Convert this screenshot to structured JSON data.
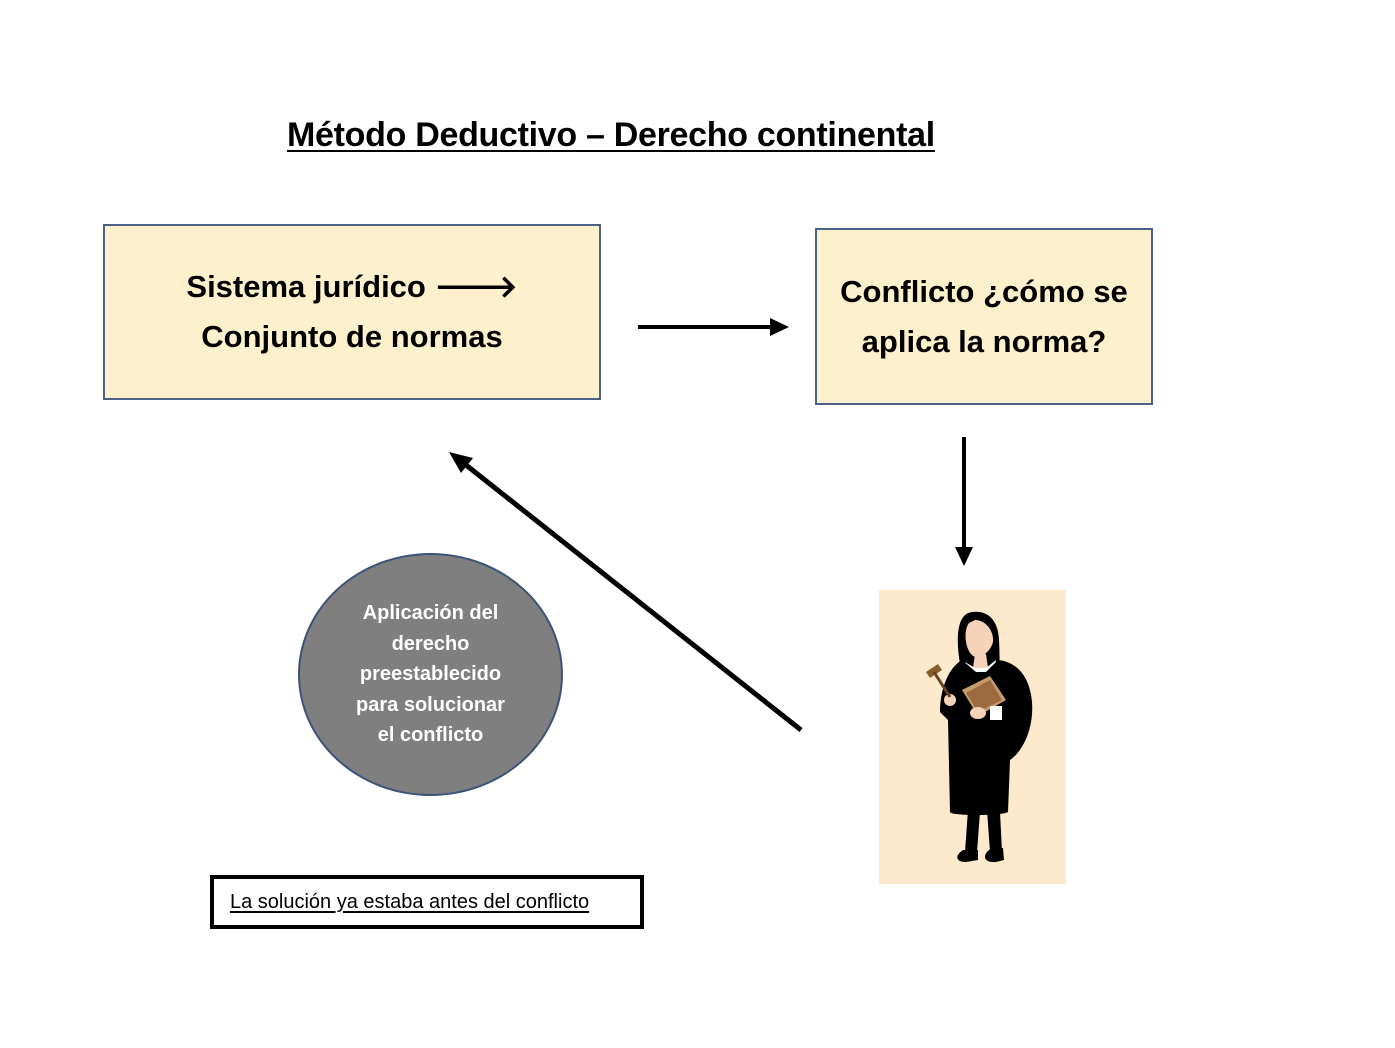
{
  "title": "Método Deductivo – Derecho continental",
  "box_sistema": {
    "text": "Sistema jurídico 🡒 Conjunto de normas"
  },
  "box_conflicto": {
    "text": "Conflicto ¿cómo se aplica la norma?"
  },
  "circle": {
    "text": "Aplicación del derecho preestablecido para solucionar el conflicto"
  },
  "note": {
    "text": "La solución ya estaba antes del conflicto"
  },
  "colors": {
    "box_fill": "#fdf0cc",
    "box_border": "#4a6385",
    "circle_fill": "#7f7f7f",
    "judge_background": "#fde9cc"
  },
  "icons": [
    "arrow-right-icon",
    "arrow-down-icon",
    "arrow-up-left-icon",
    "judge-icon"
  ]
}
